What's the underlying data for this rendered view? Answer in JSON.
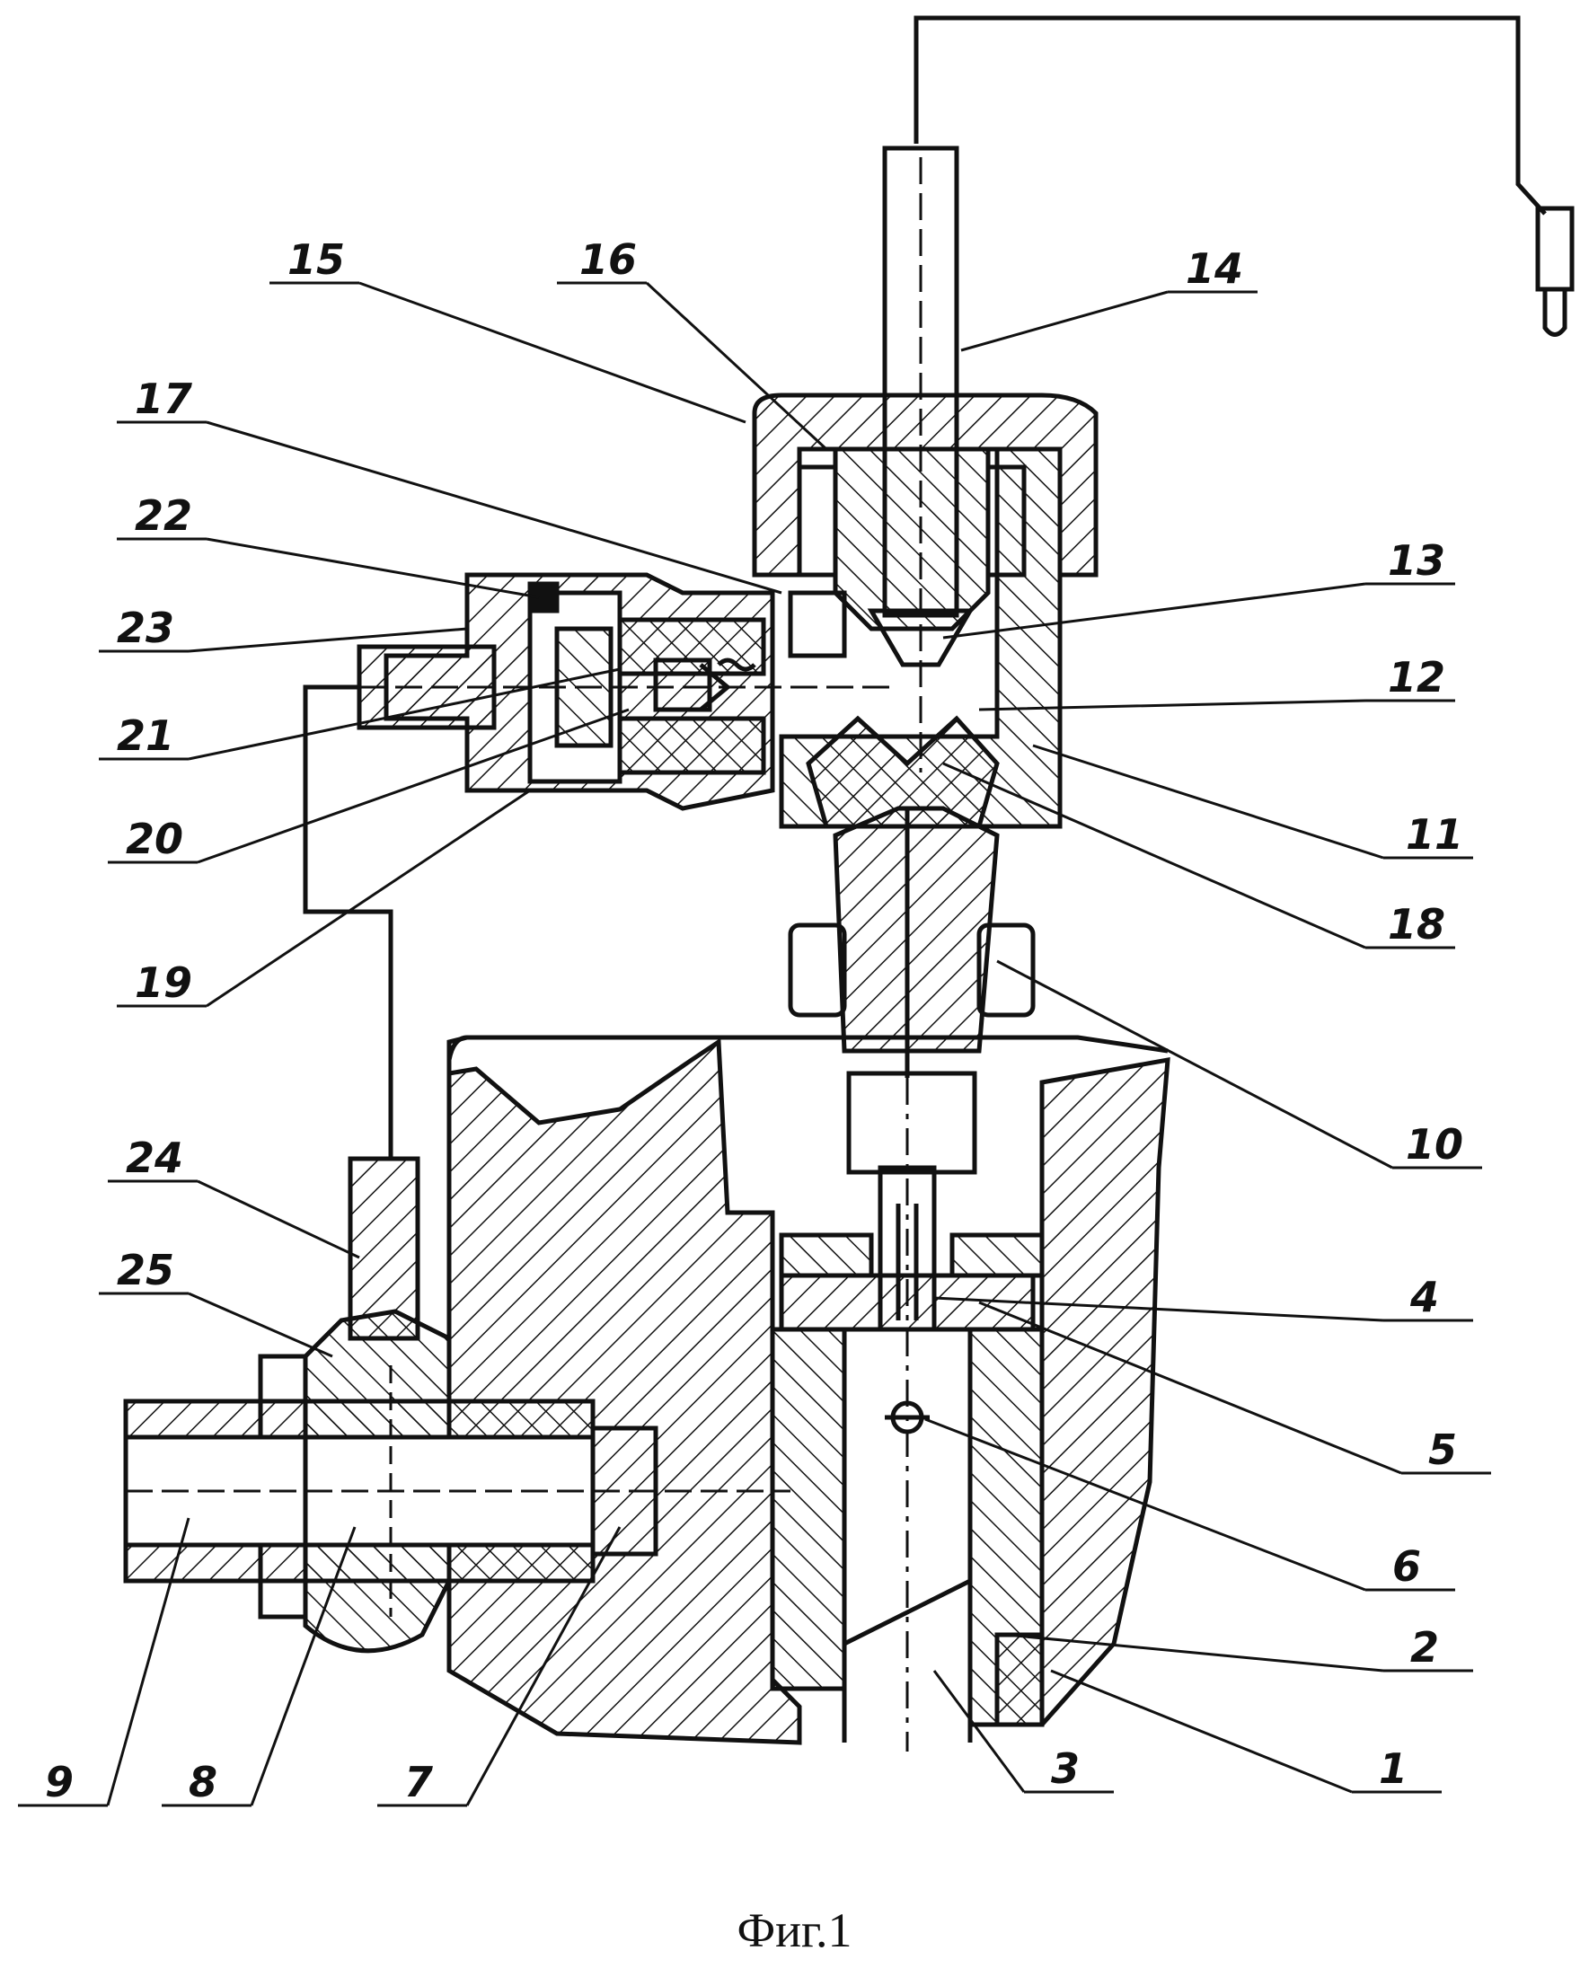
{
  "figure": {
    "caption": "Фиг.1",
    "callouts": [
      "1",
      "2",
      "3",
      "4",
      "5",
      "6",
      "7",
      "8",
      "9",
      "10",
      "11",
      "12",
      "13",
      "14",
      "15",
      "16",
      "17",
      "18",
      "19",
      "20",
      "21",
      "22",
      "23",
      "24",
      "25"
    ]
  },
  "colors": {
    "ink": "#111111",
    "background": "#ffffff"
  }
}
